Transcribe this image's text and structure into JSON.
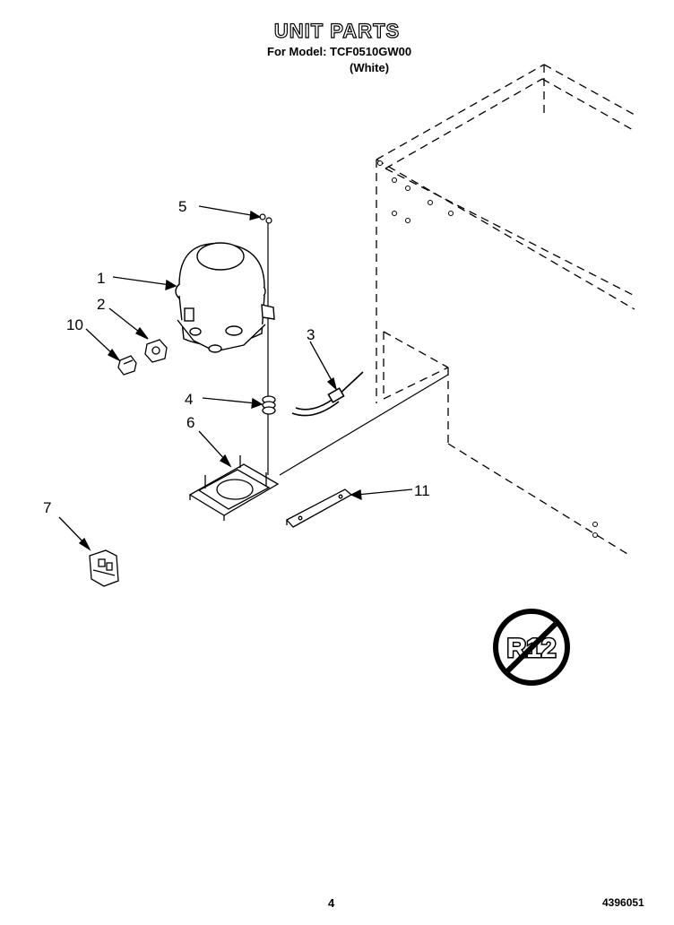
{
  "header": {
    "title": "UNIT PARTS",
    "model_line": "For Model: TCF0510GW00",
    "color_line": "(White)"
  },
  "callouts": [
    "1",
    "2",
    "3",
    "4",
    "5",
    "6",
    "7",
    "10",
    "11"
  ],
  "refrigerant_symbol": {
    "icon": "no-r12-icon",
    "text": "R12"
  },
  "footer": {
    "page_number": "4",
    "document_number": "4396051"
  }
}
